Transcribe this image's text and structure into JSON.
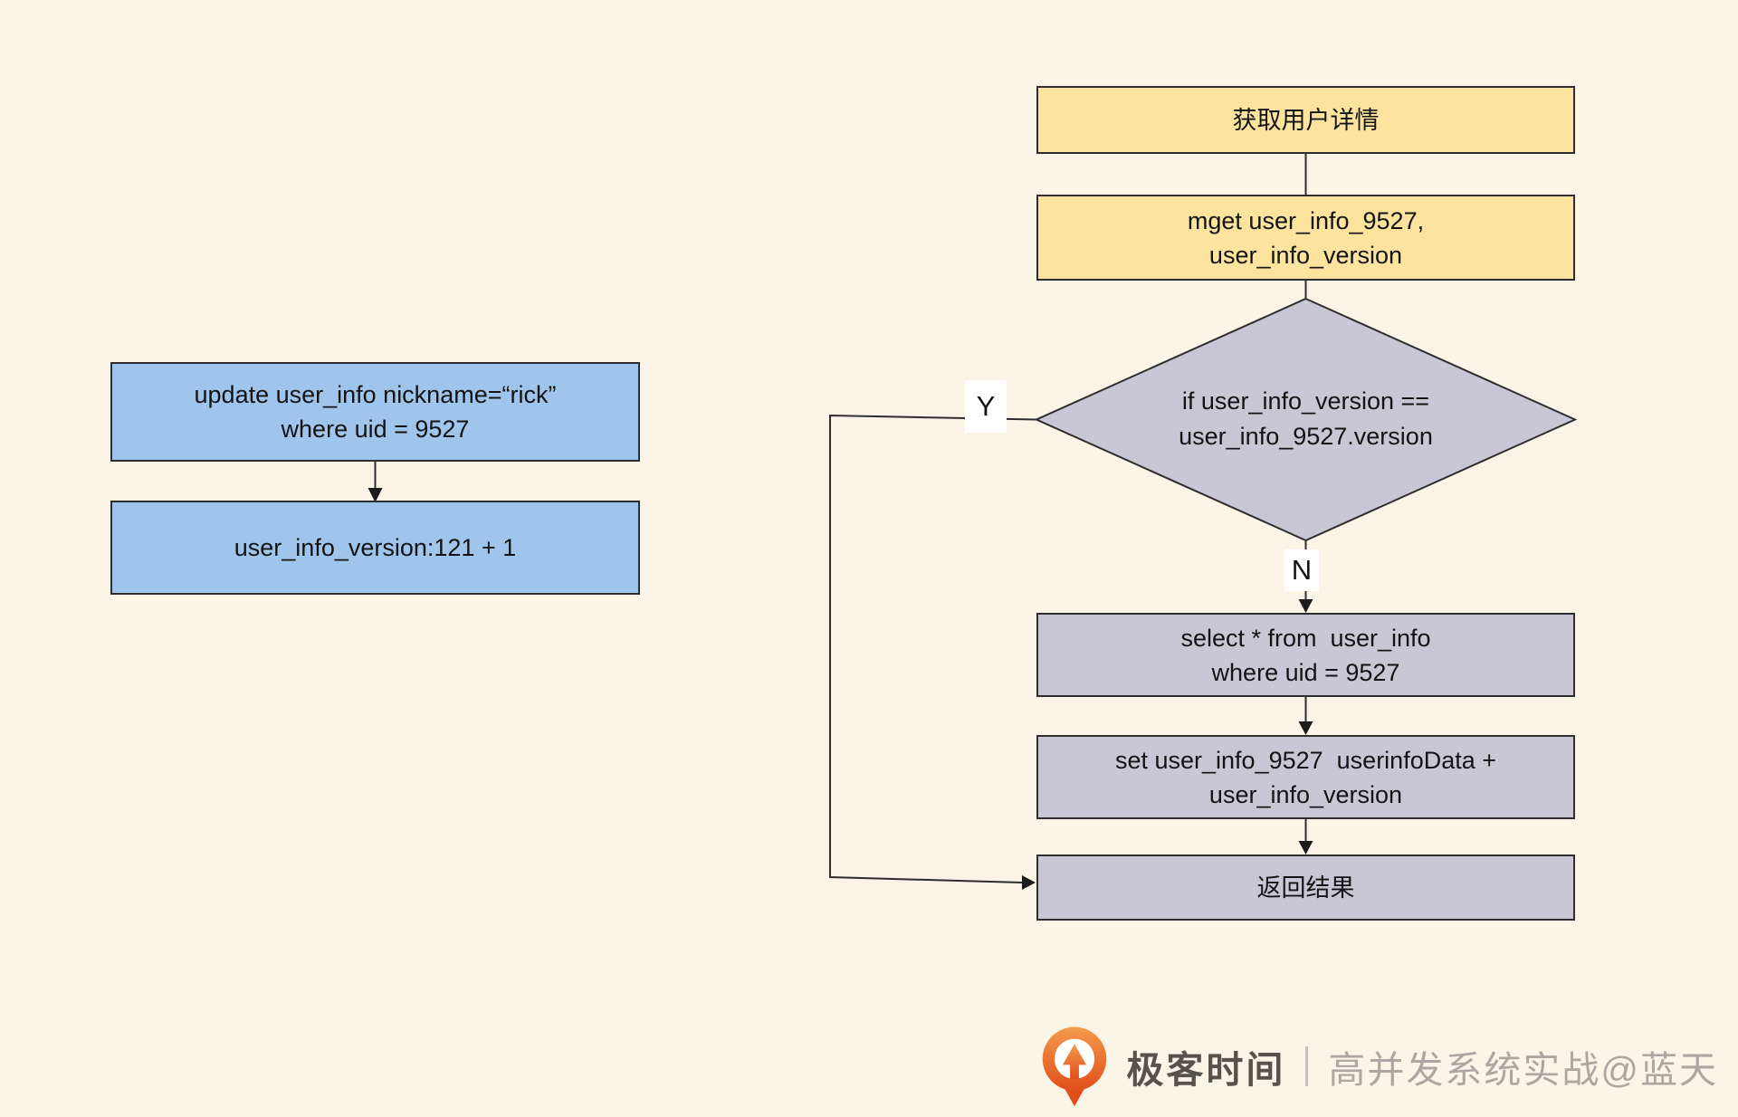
{
  "colors": {
    "background": "#FAF5E7",
    "process_yellow": "#FCE49E",
    "process_blue": "#9FC5EC",
    "process_gray": "#C9C7D6",
    "outline": "#2E2E2E",
    "logo_orange": "#E8652B",
    "brand_text_gray": "#56524C",
    "caption_text_gray": "#ABA8A2"
  },
  "left_flow": {
    "update_box": {
      "line1": "update user_info nickname=“rick”",
      "line2": "where uid = 9527"
    },
    "version_box": {
      "line1": "user_info_version:121 + 1"
    }
  },
  "right_flow": {
    "start_box": {
      "line1": "获取用户详情"
    },
    "mget_box": {
      "line1": "mget user_info_9527,",
      "line2": "user_info_version"
    },
    "decision": {
      "line1": "if user_info_version ==",
      "line2": "user_info_9527.version"
    },
    "yes_label": "Y",
    "no_label": "N",
    "select_box": {
      "line1": "select * from  user_info",
      "line2": "where uid = 9527"
    },
    "set_box": {
      "line1": "set user_info_9527  userinfoData +",
      "line2": "user_info_version"
    },
    "result_box": {
      "line1": "返回结果"
    }
  },
  "watermark": {
    "brand": "极客时间",
    "divider_glyph": "｜",
    "caption": "高并发系统实战@蓝天"
  }
}
